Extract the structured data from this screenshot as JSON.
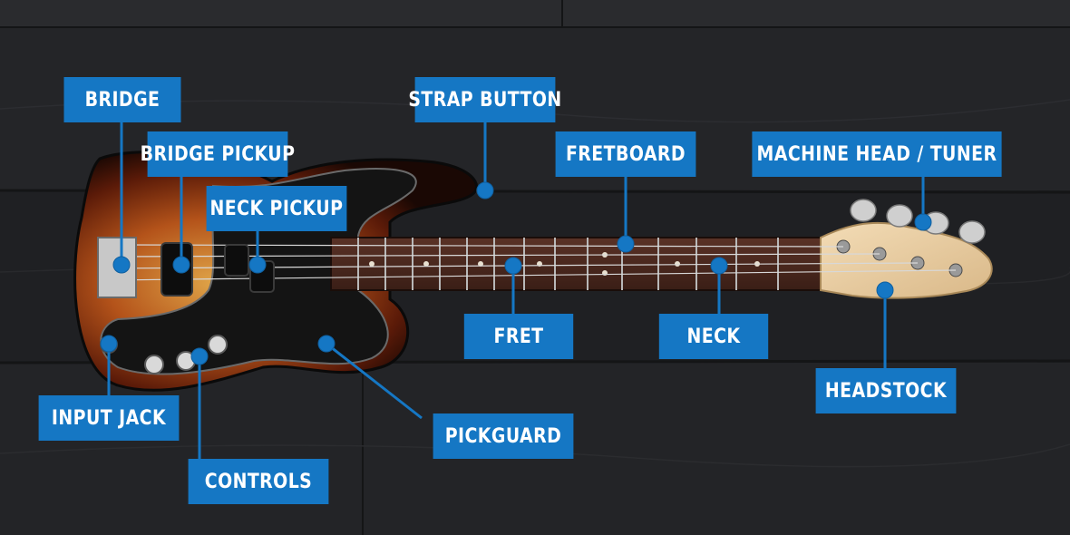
{
  "labels": {
    "bridge": "BRIDGE",
    "bridge_pickup": "BRIDGE PICKUP",
    "neck_pickup": "NECK PICKUP",
    "strap_button": "STRAP BUTTON",
    "fretboard": "FRETBOARD",
    "machine_head": "MACHINE HEAD / TUNER",
    "fret": "FRET",
    "neck": "NECK",
    "headstock": "HEADSTOCK",
    "input_jack": "INPUT JACK",
    "pickguard": "PICKGUARD",
    "controls": "CONTROLS"
  },
  "colors": {
    "label_bg": "#1577c4",
    "label_text": "#ffffff",
    "background": "#1e1f22",
    "body_sunburst": "#8a2a10",
    "pickguard": "#1a1a1a",
    "fretboard": "#4a2a20",
    "headstock": "#e8cfa8"
  }
}
